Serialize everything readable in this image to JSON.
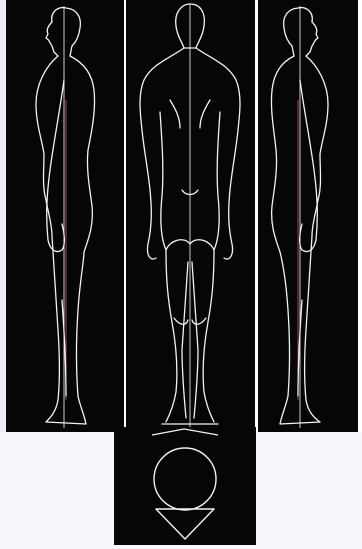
{
  "figure": {
    "views": [
      "left-profile",
      "back",
      "right-profile",
      "floor-plan"
    ],
    "colors": {
      "panel_background": "#060606",
      "outline": "#f2f2f2",
      "plumb_line": "#c9c9c9",
      "accent_line": "#d94a6a",
      "page_background": "#ffffff"
    }
  }
}
